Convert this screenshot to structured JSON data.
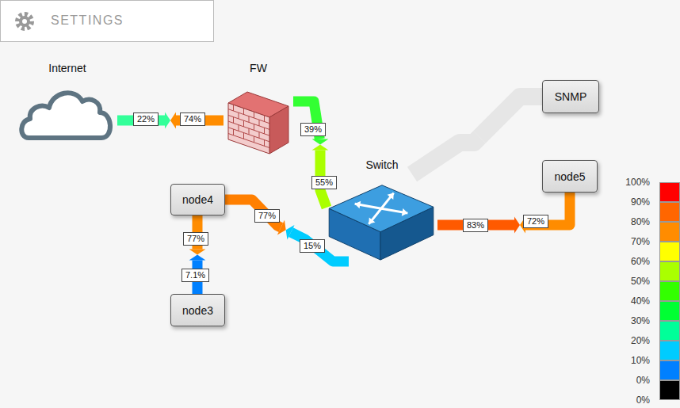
{
  "diagram": {
    "nodes": [
      {
        "text": [
          "Internet"
        ]
      },
      {
        "text": [
          "FW"
        ]
      },
      {
        "text": [
          "SNMP"
        ]
      },
      {
        "text": [
          "Switch"
        ]
      },
      {
        "text": [
          "node5"
        ]
      },
      {
        "text": [
          "node4"
        ]
      },
      {
        "text": [
          "node3"
        ]
      }
    ],
    "edges": [
      {
        "from": 0,
        "to": 1,
        "arrow": "both",
        "label": "22%"
      },
      {
        "from": 1,
        "to": 3,
        "arrow": "both",
        "label": "39%"
      },
      {
        "from": 3,
        "to": 2,
        "arrow": "none"
      },
      {
        "from": 5,
        "to": 3,
        "arrow": "both",
        "label": "77%"
      },
      {
        "from": 6,
        "to": 5,
        "arrow": "both",
        "label": "7.1%"
      },
      {
        "from": 3,
        "to": 4,
        "arrow": "both",
        "label": "83%"
      }
    ],
    "labels": [
      "SETTINGS",
      "74%",
      "55%",
      "15%",
      "77%",
      "72%",
      "0%"
    ],
    "legend": [
      {
        "text": "100%",
        "color": "#ff0000"
      },
      {
        "text": "90%",
        "color": "#ff6600"
      },
      {
        "text": "80%",
        "color": "#ff8c00"
      },
      {
        "text": "70%",
        "color": "#ffff00"
      },
      {
        "text": "60%",
        "color": "#aaff00"
      },
      {
        "text": "50%",
        "color": "#33ff00"
      },
      {
        "text": "40%",
        "color": "#00ff33"
      },
      {
        "text": "30%",
        "color": "#00ff99"
      },
      {
        "text": "20%",
        "color": "#00ccff"
      },
      {
        "text": "10%",
        "color": "#0080ff"
      },
      {
        "text": "0%",
        "color": "#000000"
      }
    ]
  }
}
